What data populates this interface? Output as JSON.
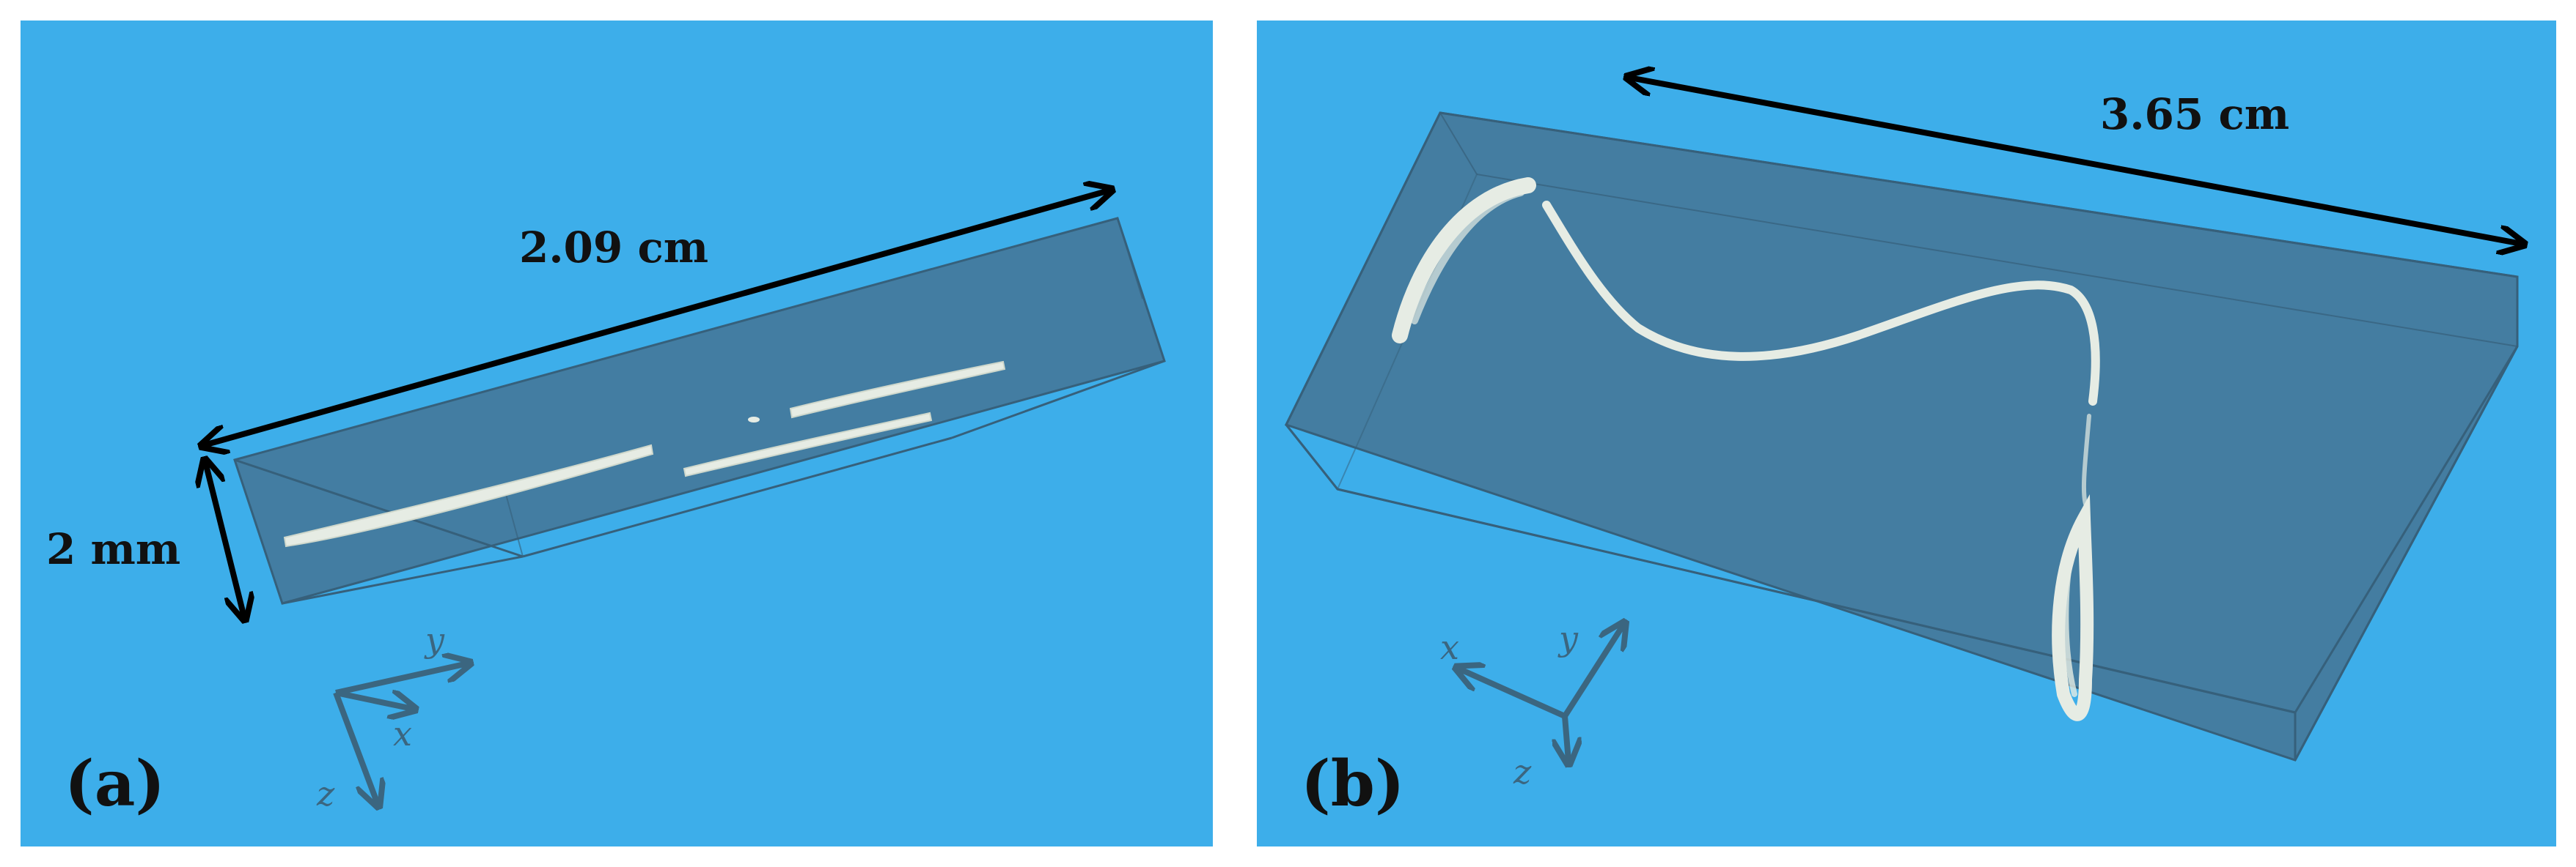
{
  "panel_a": {
    "tag": "(a)",
    "length_label": "2.09 cm",
    "thickness_label": "2 mm",
    "axes": {
      "x": "x",
      "y": "y",
      "z": "z"
    }
  },
  "panel_b": {
    "tag": "(b)",
    "length_label": "3.65 cm",
    "axes": {
      "x": "x",
      "y": "y",
      "z": "z"
    }
  },
  "colors": {
    "background": "#3daeea",
    "box_fill": "#44789a",
    "box_edge": "#36607b",
    "particles": "#e6ece4",
    "arrows": "#000000",
    "triad": "#3b6680"
  }
}
